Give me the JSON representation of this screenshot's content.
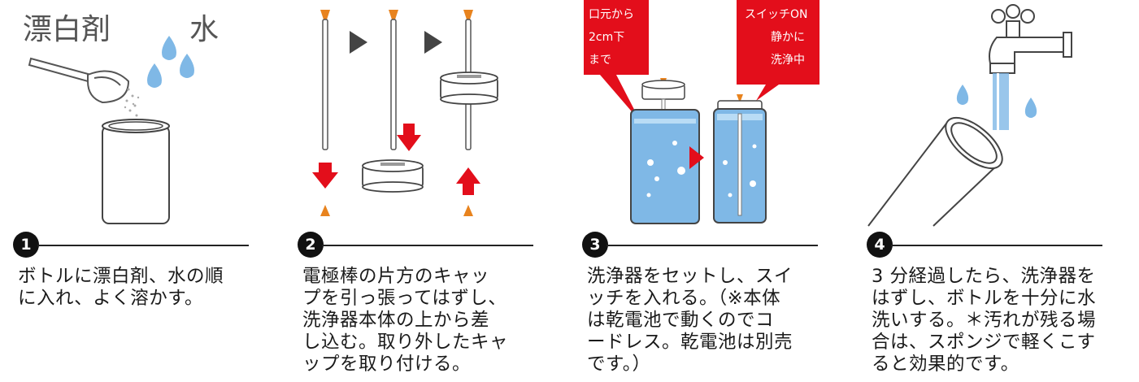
{
  "steps": [
    {
      "number": "1",
      "labels": {
        "bleach": "漂白剤",
        "water": "水"
      },
      "text": "ボトルに漂白剤、水の順\nに入れ、よく溶かす。"
    },
    {
      "number": "2",
      "text": "電極棒の片方のキャッ\nプを引っ張ってはずし、\n洗浄器本体の上から差\nし込む。取り外したキャ\nップを取り付ける。"
    },
    {
      "number": "3",
      "bubble_left": [
        "口元から",
        "2cm下",
        "まで"
      ],
      "bubble_right": [
        "スイッチON",
        "静かに",
        "洗浄中"
      ],
      "text": "洗浄器をセットし、スイ\nッチを入れる。（※本体\nは乾電池で動くのでコ\nードレス。乾電池は別売\nです。）"
    },
    {
      "number": "4",
      "text": "3 分経過したら、洗浄器を\nはずし、ボトルを十分に水\n洗いする。＊汚れが残る場\n合は、スポンジで軽くこす\nると効果的です。"
    }
  ],
  "colors": {
    "accent_red": "#e30e1b",
    "water_blue": "#7fb8e6",
    "cap_orange": "#e8831e"
  }
}
